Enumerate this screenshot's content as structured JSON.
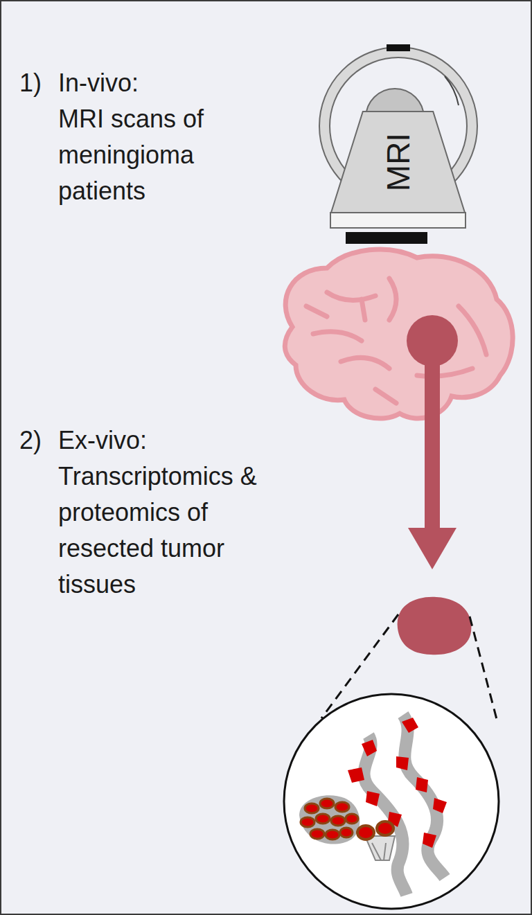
{
  "diagram": {
    "nodes": [
      {
        "text": [
          "MRI"
        ]
      }
    ],
    "labels": [
      "1)",
      "In-vivo:",
      "MRI scans of meningioma patients",
      "2)",
      "Ex-vivo:",
      "Transcriptomics & proteomics of resected tumor tissues"
    ]
  }
}
